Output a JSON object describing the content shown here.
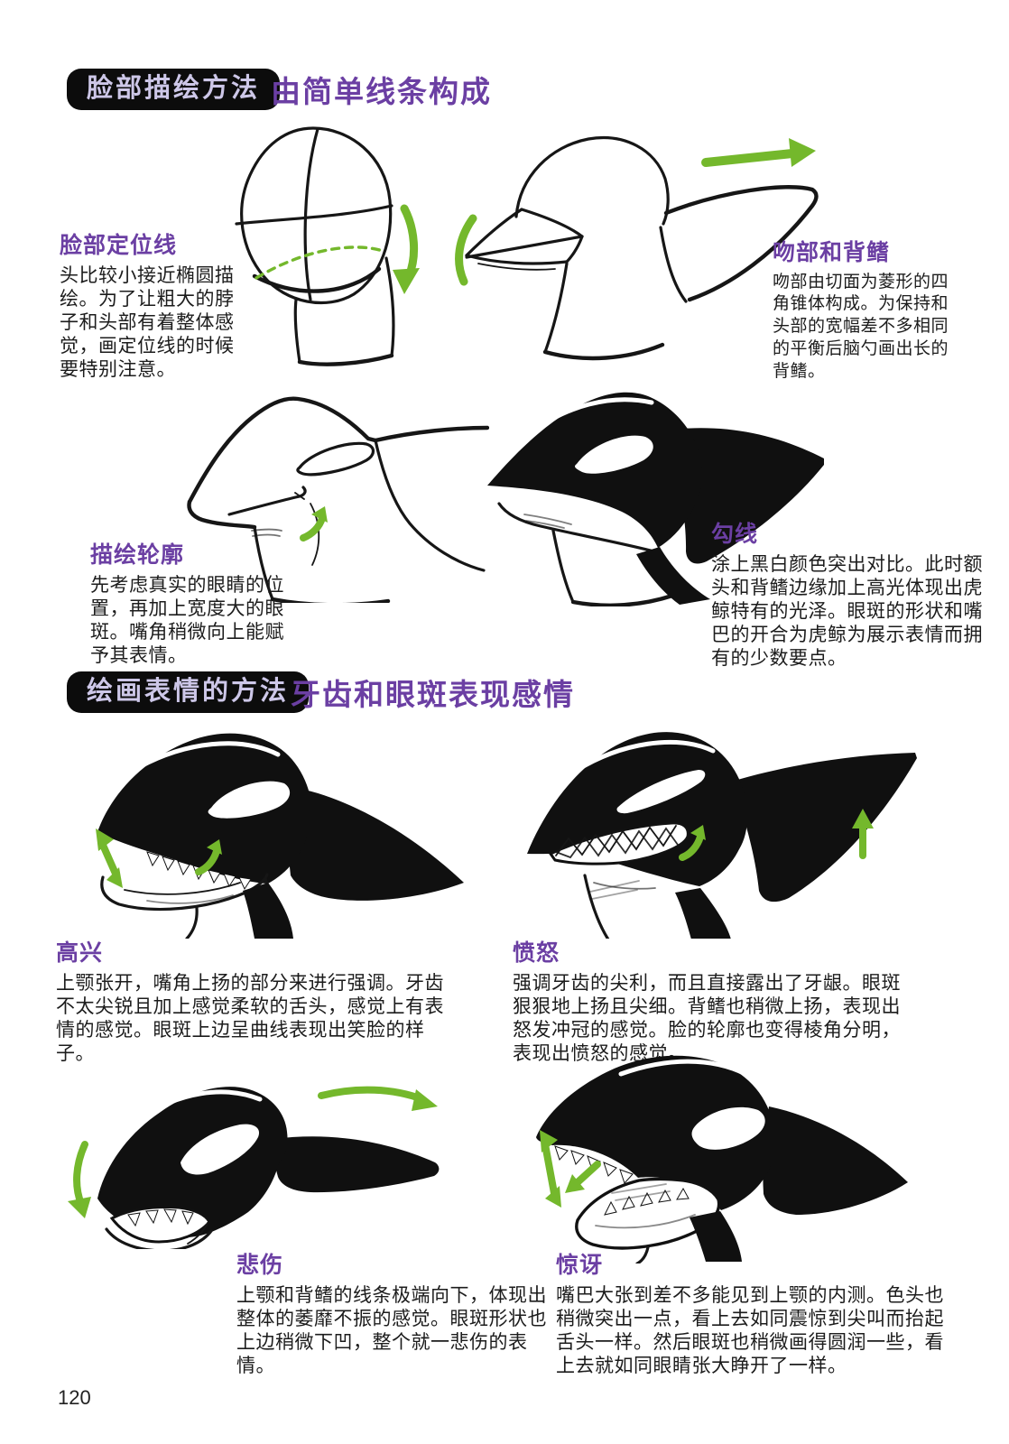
{
  "page": {
    "number": "120"
  },
  "colors": {
    "accent_purple": "#6b3fa3",
    "badge_background": "#0c0c0c",
    "badge_text": "#cdc7e8",
    "arrow_green": "#74b82c",
    "ink": "#161616"
  },
  "sections": {
    "face": {
      "badge": "脸部描绘方法",
      "subtitle": "由简单线条构成",
      "blocks": {
        "guide_line": {
          "heading": "脸部定位线",
          "body": "头比较小接近椭圆描绘。为了让粗大的脖子和头部有着整体感觉，画定位线的时候要特别注意。"
        },
        "snout_fin": {
          "heading": "吻部和背鳍",
          "body": "吻部由切面为菱形的四角锥体构成。为保持和头部的宽幅差不多相同的平衡后脑勺画出长的背鳍。"
        },
        "outline": {
          "heading": "描绘轮廓",
          "body": "先考虑真实的眼睛的位置，再加上宽度大的眼斑。嘴角稍微向上能赋予其表情。"
        },
        "inking": {
          "heading": "勾线",
          "body": "涂上黑白颜色突出对比。此时额头和背鳍边缘加上高光体现出虎鲸特有的光泽。眼斑的形状和嘴巴的开合为虎鲸为展示表情而拥有的少数要点。"
        }
      }
    },
    "expression": {
      "badge": "绘画表情的方法",
      "subtitle": "牙齿和眼斑表现感情",
      "blocks": {
        "happy": {
          "heading": "高兴",
          "body": "上颚张开，嘴角上扬的部分来进行强调。牙齿不太尖锐且加上感觉柔软的舌头，感觉上有表情的感觉。眼斑上边呈曲线表现出笑脸的样子。"
        },
        "angry": {
          "heading": "愤怒",
          "body": "强调牙齿的尖利，而且直接露出了牙龈。眼斑狠狠地上扬且尖细。背鳍也稍微上扬，表现出怒发冲冠的感觉。脸的轮廓也变得棱角分明，表现出愤怒的感觉。"
        },
        "sad": {
          "heading": "悲伤",
          "body": "上颚和背鳍的线条极端向下，体现出整体的萎靡不振的感觉。眼斑形状也上边稍微下凹，整个就一悲伤的表情。"
        },
        "surprised": {
          "heading": "惊讶",
          "body": "嘴巴大张到差不多能见到上颚的内测。色头也稍微突出一点，看上去如同震惊到尖叫而抬起舌头一样。然后眼斑也稍微画得圆润一些，看上去就如同眼睛张大睁开了一样。"
        }
      }
    }
  }
}
